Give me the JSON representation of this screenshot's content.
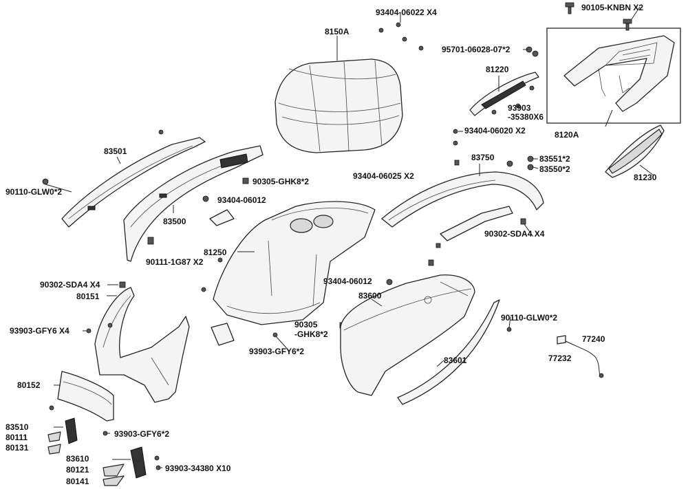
{
  "labels": {
    "l_93404_06022": "93404-06022 X4",
    "l_90105": "90105-KNBN X2",
    "l_8150A": "8150A",
    "l_95701": "95701-06028-07*2",
    "l_81220": "81220",
    "l_93903_35380": "93903",
    "l_93903_35380b": "-35380X6",
    "l_8120A": "8120A",
    "l_93404_06020": "93404-06020 X2",
    "l_83551": "83551*2",
    "l_83550": "83550*2",
    "l_81230": "81230",
    "l_83501": "83501",
    "l_83750": "83750",
    "l_90110_a": "90110-GLW0*2",
    "l_90305_a": "90305-GHK8*2",
    "l_93404_06025": "93404-06025 X2",
    "l_93404_06012_a": "93404-06012",
    "l_83500": "83500",
    "l_90302_a": "90302-SDA4 X4",
    "l_81250": "81250",
    "l_90111": "90111-1G87 X2",
    "l_90302_b": "90302-SDA4 X4",
    "l_93404_06012_b": "93404-06012",
    "l_83600": "83600",
    "l_80151": "80151",
    "l_90305_b": "90305",
    "l_90305_b2": "-GHK8*2",
    "l_90110_b": "90110-GLW0*2",
    "l_93903_gfy6_a": "93903-GFY6 X4",
    "l_77240": "77240",
    "l_93903_gfy6_b": "93903-GFY6*2",
    "l_77232": "77232",
    "l_83601": "83601",
    "l_80152": "80152",
    "l_83510": "83510",
    "l_93903_gfy6_c": "93903-GFY6*2",
    "l_80111": "80111",
    "l_80131": "80131",
    "l_83610": "83610",
    "l_93903_34380": "93903-34380 X10",
    "l_80121": "80121",
    "l_80141": "80141"
  }
}
